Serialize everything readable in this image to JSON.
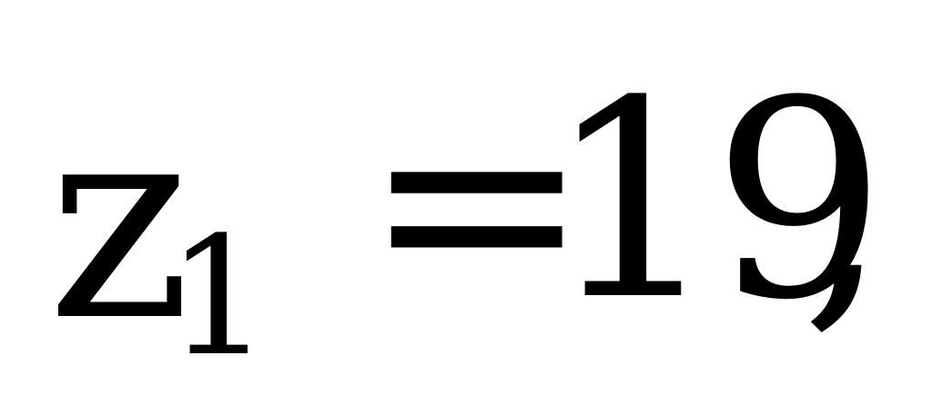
{
  "formula": {
    "variable": "z",
    "subscript": "1",
    "equals": "=",
    "value": "19",
    "punctuation": ","
  }
}
